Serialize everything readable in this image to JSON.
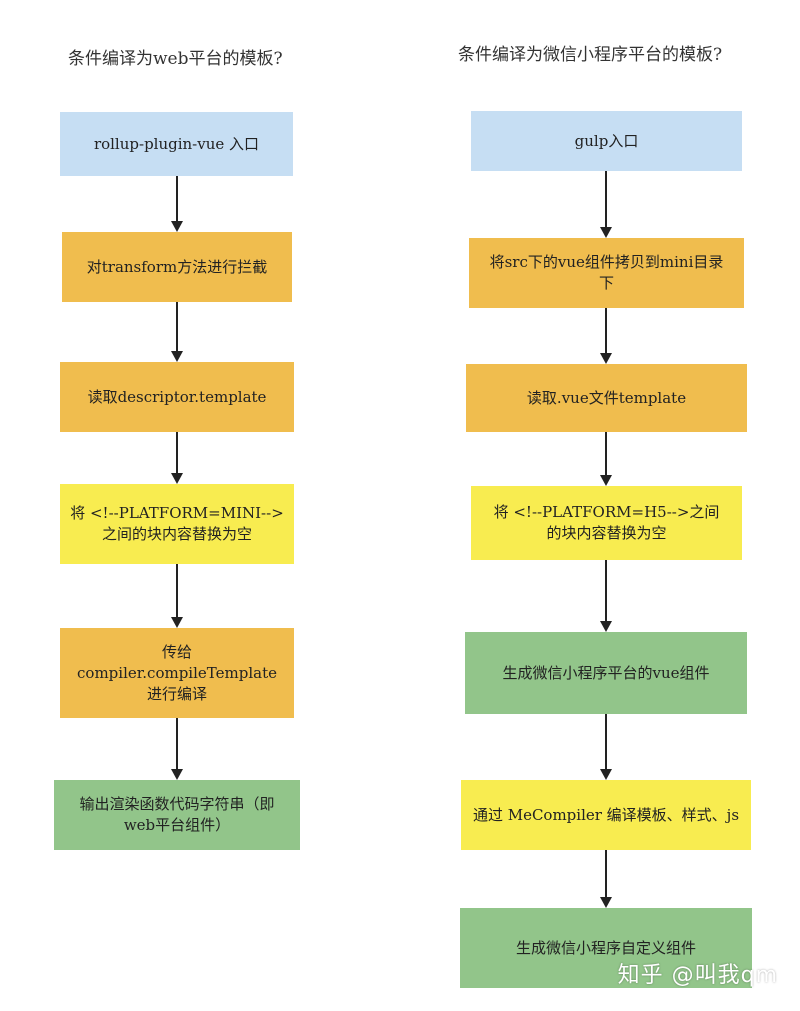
{
  "left": {
    "title": "条件编译为web平台的模板?",
    "steps": [
      "rollup-plugin-vue 入口",
      "对transform方法进行拦截",
      "读取descriptor.template",
      "将 <!--PLATFORM=MINI-->之间的块内容替换为空",
      "传给compiler.compileTemplate进行编译",
      "输出渲染函数代码字符串（即web平台组件）"
    ]
  },
  "right": {
    "title": "条件编译为微信小程序平台的模板?",
    "steps": [
      "gulp入口",
      "将src下的vue组件拷贝到mini目录下",
      "读取.vue文件template",
      "将 <!--PLATFORM=H5-->之间的块内容替换为空",
      "生成微信小程序平台的vue组件",
      "通过 MeCompiler 编译模板、样式、js",
      "生成微信小程序自定义组件"
    ]
  },
  "watermark": "知乎 @叫我qm",
  "colors": {
    "blue": "#c6def3",
    "orange": "#f0bd4e",
    "yellow": "#f8ec50",
    "green": "#92c58a"
  }
}
